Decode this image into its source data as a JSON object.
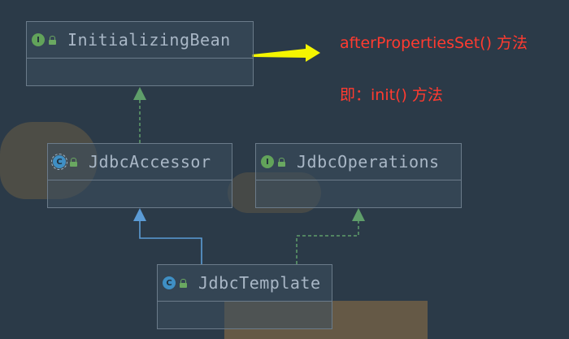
{
  "nodes": {
    "initializing_bean": {
      "name": "InitializingBean",
      "badge": "I",
      "kind": "interface"
    },
    "jdbc_accessor": {
      "name": "JdbcAccessor",
      "badge": "C",
      "kind": "abstract-class"
    },
    "jdbc_operations": {
      "name": "JdbcOperations",
      "badge": "I",
      "kind": "interface"
    },
    "jdbc_template": {
      "name": "JdbcTemplate",
      "badge": "C",
      "kind": "class"
    }
  },
  "annotations": {
    "line1": "afterPropertiesSet() 方法",
    "line2": "即：init() 方法"
  },
  "colors": {
    "background": "#2b3a48",
    "node_border": "#6b7b8a",
    "interface_badge": "#62a35a",
    "class_badge": "#3f8fc4",
    "implements_edge": "#5f9e6a",
    "extends_edge": "#5b9bd5",
    "arrow": "#f5f500",
    "note_text": "#ff3b30"
  }
}
